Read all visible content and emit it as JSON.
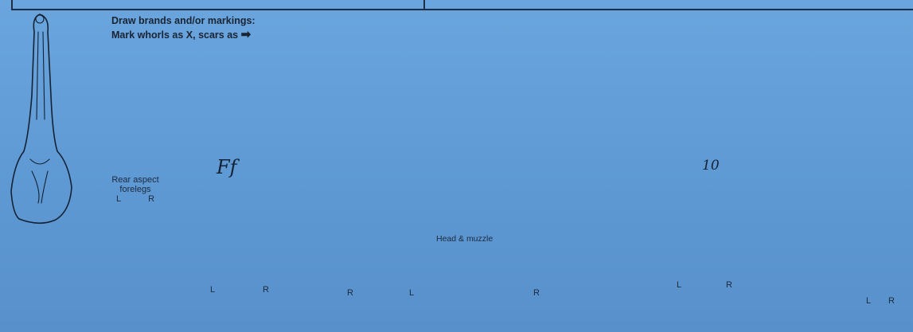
{
  "instructions": {
    "line1": "Draw brands and/or markings:",
    "line2_prefix": "Mark whorls as X, scars as",
    "arrow": "➡"
  },
  "labels": {
    "rear_aspect": "Rear aspect",
    "forelegs": "forelegs",
    "left": "L",
    "right": "R",
    "head_muzzle": "Head & muzzle"
  },
  "markings": {
    "left_side_brand": "Ff",
    "right_side_number": "10"
  },
  "colors": {
    "paper": "#5f9bd6",
    "ink": "#152233",
    "red_pen": "#a0527a"
  }
}
